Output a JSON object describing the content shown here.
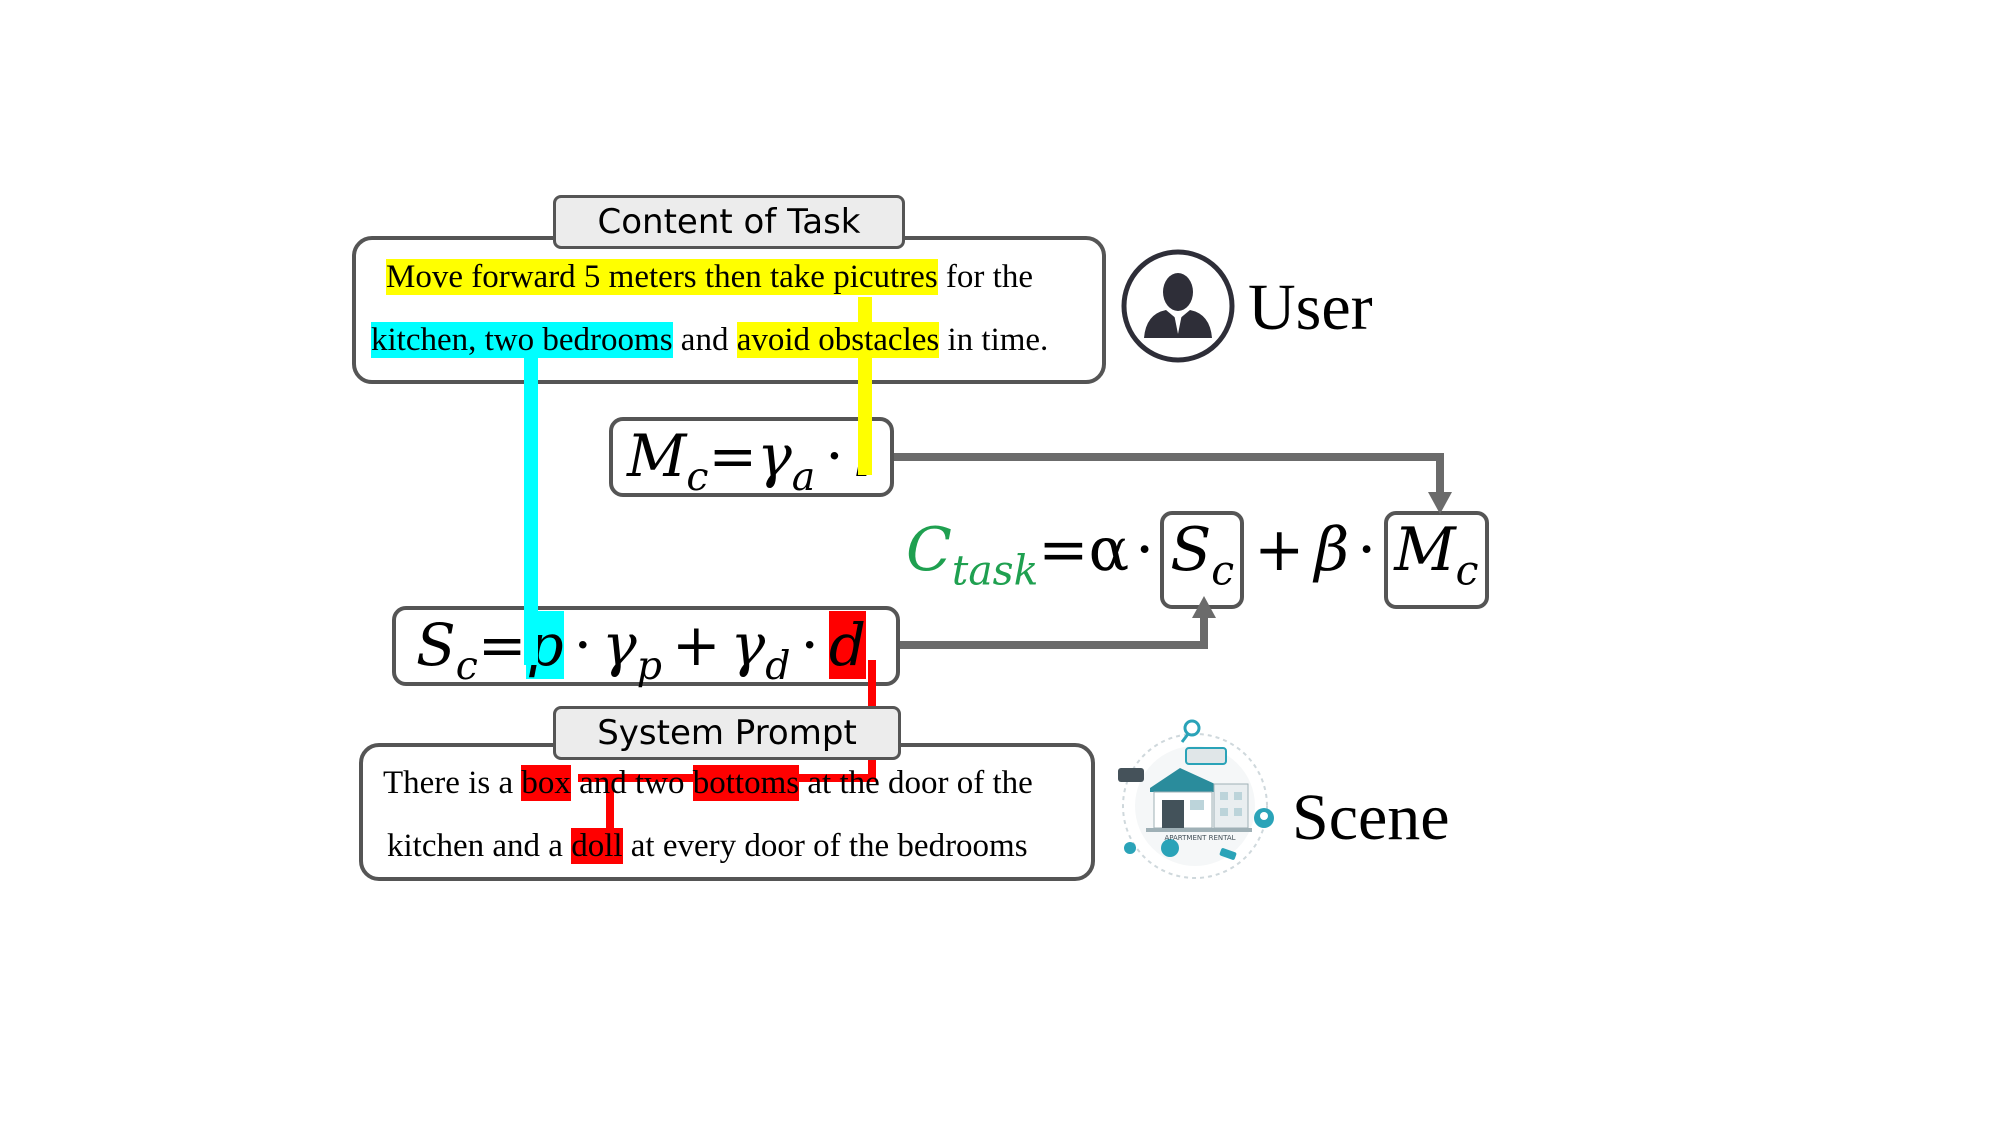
{
  "task": {
    "title": "Content of Task",
    "line1": [
      "Move forward 5 meters",
      " then ",
      "take picutres",
      " for the"
    ],
    "line2": [
      "kitchen",
      ",",
      " two bedrooms",
      " and ",
      "avoid obstacles",
      " in time."
    ]
  },
  "user": {
    "label": "User",
    "icon": "user-icon"
  },
  "scene": {
    "label": "Scene",
    "icon": "house-icon",
    "badge": "APARTMENT RENTAL"
  },
  "system": {
    "title": "System Prompt",
    "line1": [
      "There is a ",
      "box",
      " and two ",
      "bottoms",
      " at the door of the"
    ],
    "line2": [
      "kitchen and a ",
      "doll",
      " at every door of the bedrooms"
    ]
  },
  "formulas": {
    "mc": {
      "M": "M",
      "M_sub": "c",
      "eq": "=",
      "gamma": "γ",
      "gamma_sub": "a",
      "dot": "·",
      "l": "l"
    },
    "sc": {
      "S": "S",
      "S_sub": "c",
      "eq": "=",
      "p": "p",
      "dot1": "·",
      "gamma_p": "γ",
      "gamma_p_sub": "p",
      "plus": "+",
      "gamma_d": "γ",
      "gamma_d_sub": "d",
      "dot2": "·",
      "d": "d"
    },
    "ctask": {
      "C": "C",
      "C_sub": "task",
      "eq": "=",
      "alpha": "α",
      "dot1": "·",
      "S": "S",
      "S_sub": "c",
      "plus": "+",
      "beta": "β",
      "dot2": "·",
      "M": "M",
      "M_sub": "c"
    }
  },
  "colors": {
    "yellow": "#ffff00",
    "cyan": "#00ffff",
    "red": "#ff0000",
    "green": "#1fa050",
    "gray": "#6b6b6b"
  }
}
